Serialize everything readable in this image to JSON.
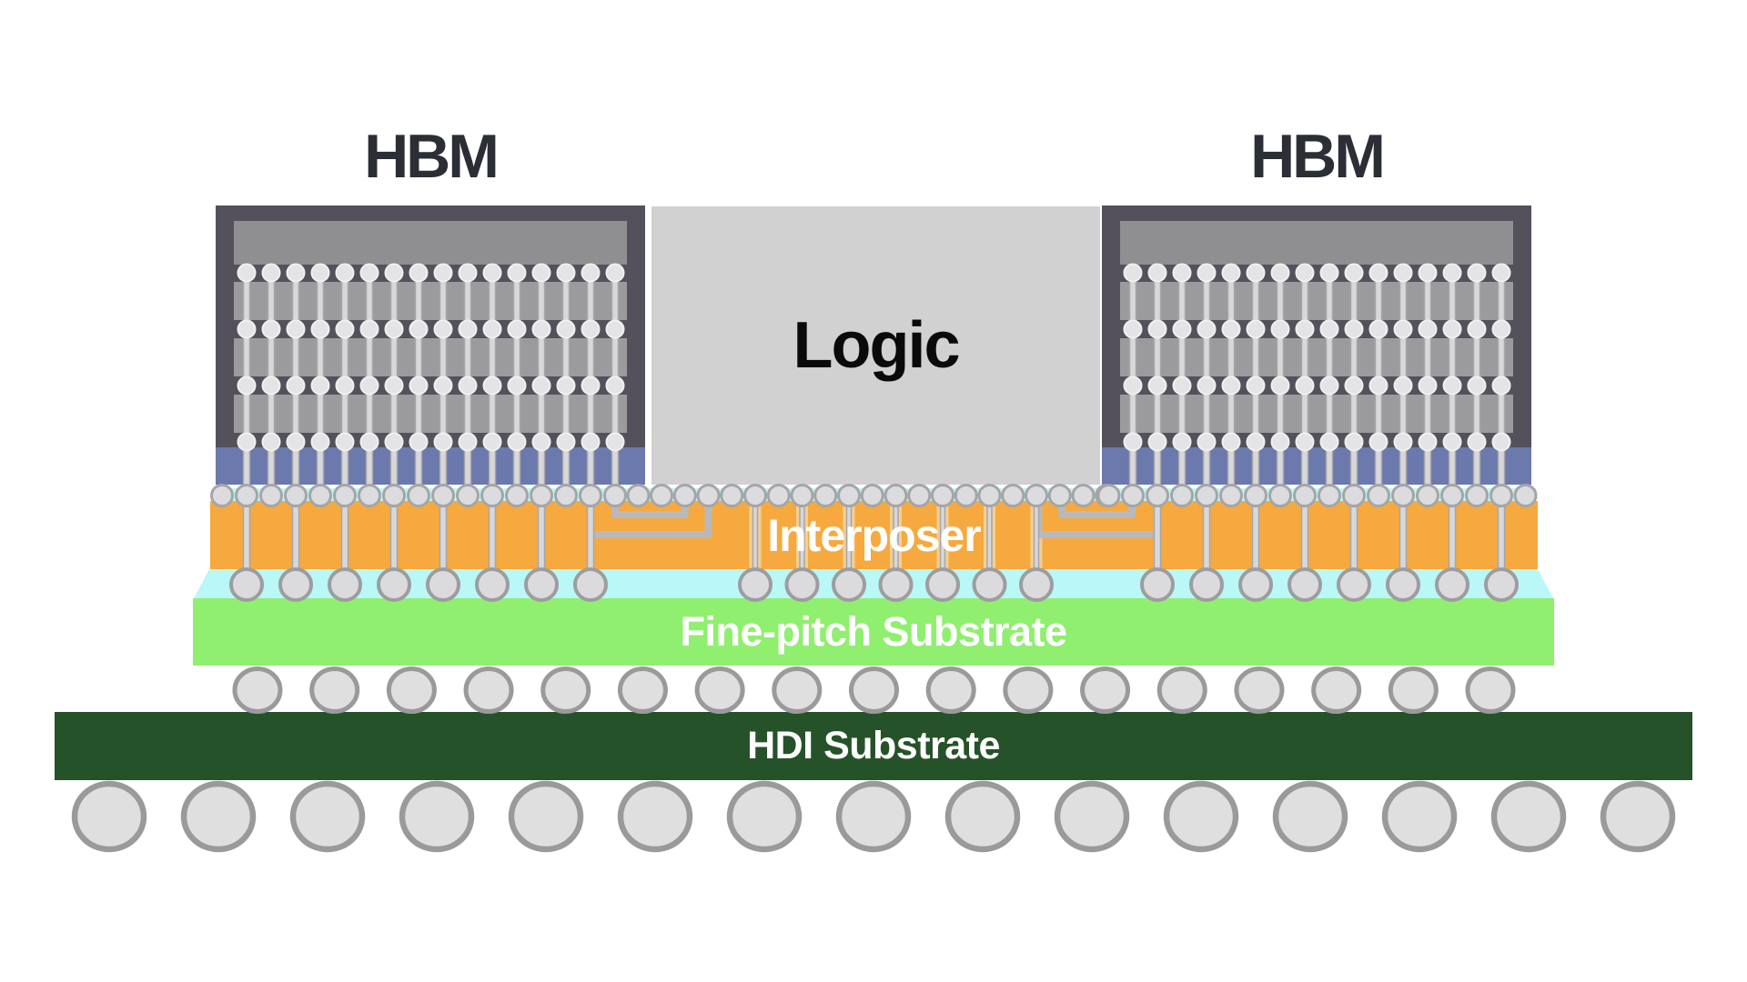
{
  "diagram": {
    "hbm_left_label": "HBM",
    "hbm_right_label": "HBM",
    "logic_label": "Logic",
    "interposer_label": "Interposer",
    "fine_pitch_label": "Fine-pitch Substrate",
    "hdi_label": "HDI Substrate"
  },
  "colors": {
    "background": "#FFFFFF",
    "chip_label_text": "#2B2E35",
    "logic_text": "#0A0A0A",
    "layer_label_text": "#FFFFFF",
    "hbm_frame": "#54515C",
    "hbm_die": "#9B9B9D",
    "hbm_top_cap": "#8F8F91",
    "hbm_base_die": "#6B79AD",
    "logic_die": "#D1D1D1",
    "tsv_fill": "#D8D8DA",
    "tsv_stroke": "#A6A6A8",
    "hbm_bump_fill": "#E4E4E6",
    "hbm_bump_stroke": "#F0F0F0",
    "microbump_fill": "#DCDCDE",
    "microbump_stroke": "#A5A5A7",
    "interposer_coat": "#B9F8F7",
    "interposer_body": "#F6A93E",
    "logic_tsv_backing": "#F4CF92",
    "rdl_trace": "#B9B9BB",
    "big_bump_fill": "#DBDBDD",
    "big_bump_stroke": "#9D9DA0",
    "fine_pitch_substrate": "#90EF6F",
    "hdi_substrate": "#265229",
    "solder_ball_fill": "#DFDFDF",
    "solder_ball_stroke": "#9A9A9C"
  },
  "structure": {
    "hbm_tsv_columns": 16,
    "hbm_bump_rows": 4,
    "hbm_die_layers": 3,
    "hbm_through_tsvs": 8,
    "logic_through_tsvs": 7,
    "top_microbumps": 56,
    "interposer_bottom_bumps": 23,
    "mid_solder_balls": 17,
    "bottom_solder_balls": 15
  }
}
